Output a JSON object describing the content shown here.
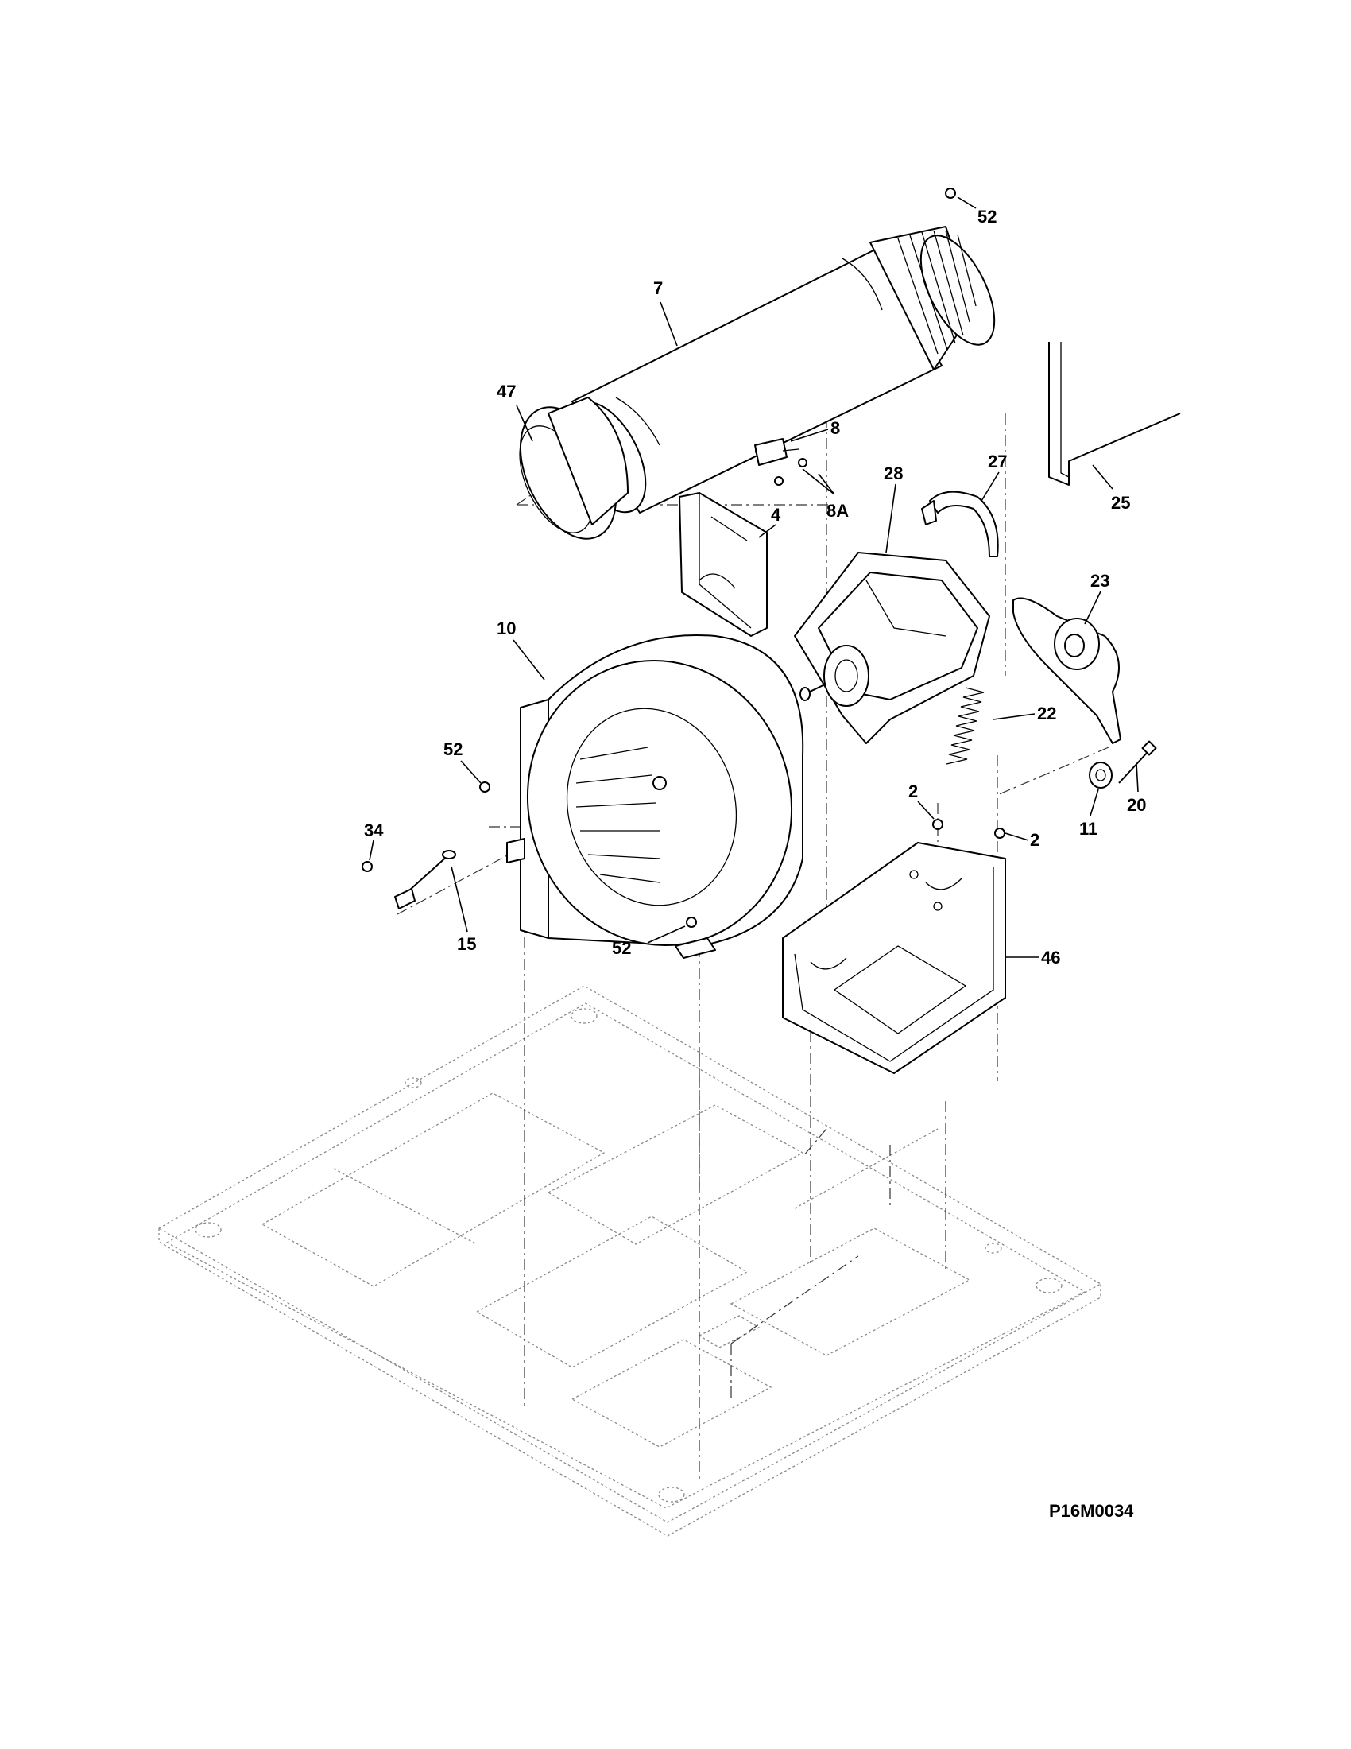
{
  "diagram": {
    "document_id": "P16M0034",
    "callouts": [
      "52",
      "7",
      "47",
      "8",
      "8A",
      "28",
      "27",
      "25",
      "4",
      "23",
      "10",
      "22",
      "52",
      "20",
      "11",
      "2",
      "2",
      "34",
      "15",
      "46",
      "52"
    ]
  }
}
